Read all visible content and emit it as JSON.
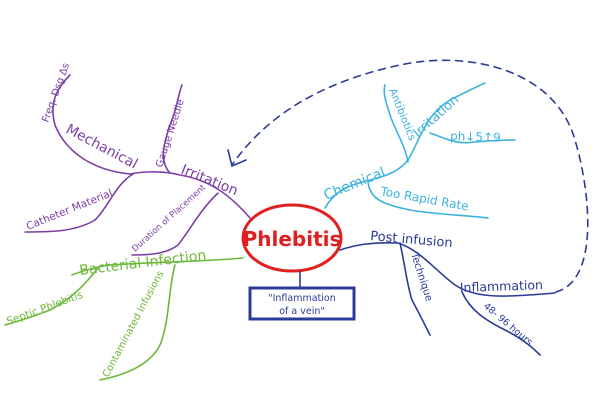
{
  "center": {
    "label": "Phlebitis",
    "definition_line1": "\"Inflammation",
    "definition_line2": "of a vein\""
  },
  "branches": {
    "irritation": {
      "label": "Irritation",
      "children": {
        "mechanical": "Mechanical",
        "freq_dsg": "Freq. Dsg Δs",
        "gauge_needle": "Gauge Needle",
        "catheter_material": "Catheter Material",
        "duration": "Duration of Placement"
      }
    },
    "bacterial": {
      "label": "Bacterial Infection",
      "children": {
        "septic": "Septic Phlebitis",
        "contaminated": "Contaminated Infusions"
      }
    },
    "chemical": {
      "label": "Chemical",
      "children": {
        "irritation": "Irritation",
        "antibiotics": "Antibiotics",
        "ph": "ph↓5↑9",
        "rapid_rate": "Too Rapid Rate"
      }
    },
    "post_infusion": {
      "label": "Post infusion",
      "children": {
        "technique": "Technique",
        "inflammation": "Inflammation",
        "hours": "48- 96 hours"
      }
    }
  },
  "colors": {
    "irritation": "#7b3fa3",
    "bacterial": "#6cb83b",
    "chemical": "#3bb3df",
    "post_infusion": "#2b3b98",
    "center": "#e02020"
  }
}
